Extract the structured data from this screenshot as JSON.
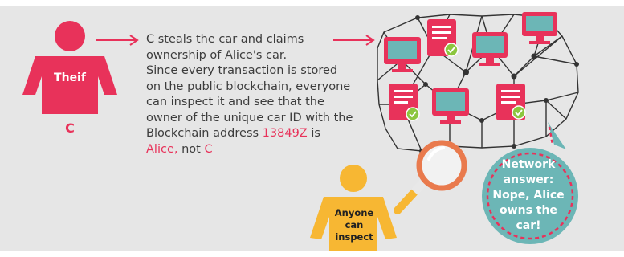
{
  "thief": {
    "label": "Theif",
    "letter": "C"
  },
  "story": {
    "lines": [
      "C steals the car and claims",
      "ownership of Alice's car.",
      "Since every transaction is stored",
      "on the public blockchain, everyone",
      "can inspect it and see that the",
      "owner of the unique car ID with the"
    ],
    "line7_prefix": "Blockchain address ",
    "address": "13849Z",
    "line7_suffix": " is",
    "owner": "Alice,",
    "not_text": " not ",
    "not_letter": "C"
  },
  "inspector": {
    "lines": [
      "Anyone",
      "can",
      "inspect"
    ]
  },
  "bubble": {
    "lines": [
      "Network",
      "answer:",
      "Nope, Alice",
      "owns the",
      "car!"
    ]
  },
  "colors": {
    "background": "#e6e6e6",
    "accent_red": "#e8325a",
    "person_yellow": "#f7b733",
    "bubble_teal": "#6cb6b6",
    "magnifier_orange": "#e97a4d",
    "check_green": "#8cc63f"
  }
}
